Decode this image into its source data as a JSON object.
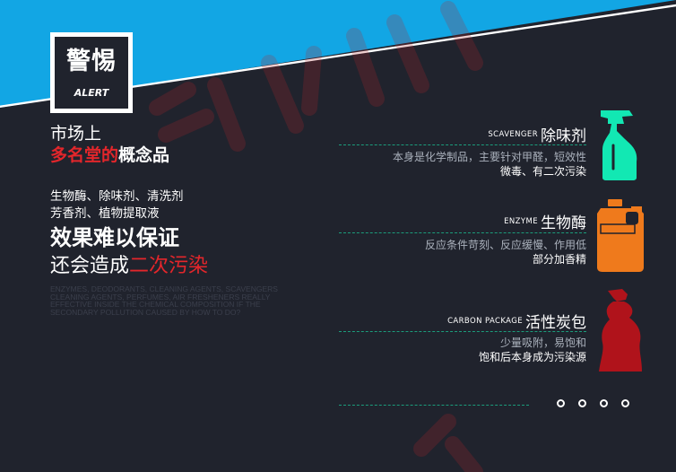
{
  "colors": {
    "background": "#20232d",
    "banner_blue": "#12a6e4",
    "accent_red": "#e3262b",
    "divider_green": "#1b9c7b",
    "spray_green": "#12e8b3",
    "canister_orange": "#ef7a1c",
    "bag_red": "#b0131b"
  },
  "badge": {
    "title": "警惕",
    "subtitle": "ALERT"
  },
  "left": {
    "market": "市场上",
    "brand_red": "多名堂的",
    "brand_white": "概念品",
    "products_line1": "生物酶、除味剂、清洗剂",
    "products_line2": "芳香剂、植物提取液",
    "effect": "效果难以保证",
    "pollution_white": "还会造成",
    "pollution_red": "二次污染",
    "english": "ENZYMES, DEODORANTS, CLEANING AGENTS, SCAVENGERS CLEANING AGENTS, PERFUMES, AIR FRESHENERS REALLY EFFECTIVE INSIDE THE CHEMICAL COMPOSITION IF THE SECONDARY POLLUTION CAUSED BY HOW TO DO?"
  },
  "products": [
    {
      "en": "SCAVENGER",
      "zh": "除味剂",
      "desc_gray": "本身是化学制品，主要针对甲醛，短效性",
      "desc_white": "微毒、有二次污染",
      "icon": "spray-bottle-icon"
    },
    {
      "en": "ENZYME",
      "zh": "生物酶",
      "desc_gray": "反应条件苛刻、反应缓慢、作用低",
      "desc_white": "部分加香精",
      "icon": "canister-icon"
    },
    {
      "en": "CARBON PACKAGE",
      "zh": "活性炭包",
      "desc_gray": "少量吸附，易饱和",
      "desc_white": "饱和后本身成为污染源",
      "icon": "carbon-bag-icon"
    }
  ],
  "pagination": {
    "pages": 4
  }
}
